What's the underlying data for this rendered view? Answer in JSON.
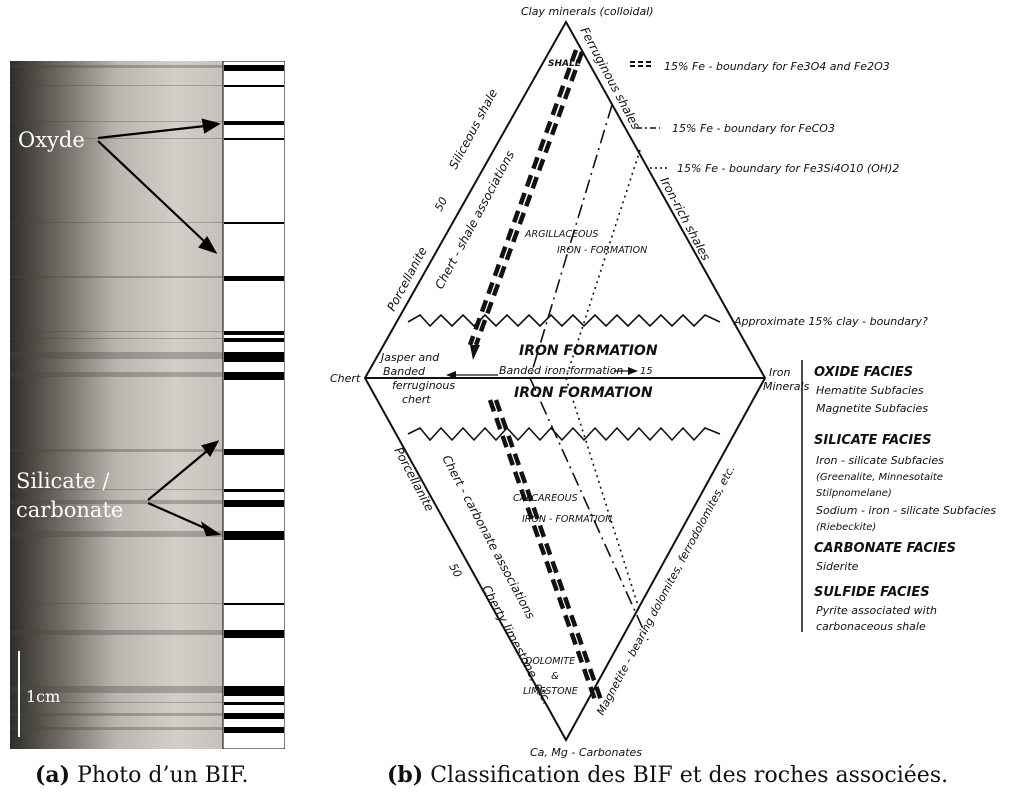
{
  "figure_a": {
    "label_oxyde": "Oxyde",
    "label_silicate_1": "Silicate /",
    "label_silicate_2": "carbonate",
    "scale_label": "1cm",
    "caption_letter": "(a)",
    "caption_text": " Photo d’un BIF."
  },
  "figure_b": {
    "caption_letter": "(b)",
    "caption_text": " Classification des BIF et des roches associées.",
    "vertices": {
      "top": "Clay minerals (colloidal)",
      "left": "Chert",
      "right_1": "Iron",
      "right_2": "Minerals",
      "bottom": "Ca, Mg - Carbonates"
    },
    "legend_lines": {
      "double_dash": "15% Fe - boundary for Fe3O4 and Fe2O3",
      "dash_dot": "15% Fe - boundary for FeCO3",
      "dotted": "15% Fe - boundary for Fe3Si4O10 (OH)2"
    },
    "edge_labels": {
      "shale": "SHALE",
      "ferruginous_shales": "Ferruginous shales",
      "iron_rich_shales": "Iron-rich shales",
      "siliceous_shale": "Siliceous shale",
      "fifty_top": "50",
      "porcellanite_top": "Porcellanite",
      "chert_shale": "Chert - shale associations",
      "porcellanite_bottom": "Porcellanite",
      "fifty_bottom": "50",
      "cherty_limestone": "Cherty limestone, etc.",
      "chert_carbonate": "Chert - carbonate associations",
      "magnetite_bearing": "Magnetite - bearing dolomites, ferrodolomites, etc."
    },
    "interior": {
      "argillaceous_1": "ARGILLACEOUS",
      "argillaceous_2": "IRON - FORMATION",
      "clay_boundary": "Approximate 15% clay - boundary?",
      "iron_formation_top": "IRON FORMATION",
      "iron_formation_bottom": "IRON FORMATION",
      "banded": "Banded iron-formation",
      "fifteen": "15",
      "jasper_1": "Jasper and",
      "jasper_2": "Banded",
      "jasper_3": "ferruginous",
      "jasper_4": "chert",
      "calcareous_1": "CALCAREOUS",
      "calcareous_2": "IRON - FORMATION",
      "dolomite_1": "DOLOMITE",
      "dolomite_2": "&",
      "dolomite_3": "LIMESTONE"
    },
    "facies": {
      "oxide_title": "OXIDE FACIES",
      "oxide_1": "Hematite Subfacies",
      "oxide_2": "Magnetite Subfacies",
      "silicate_title": "SILICATE FACIES",
      "silicate_1": "Iron - silicate Subfacies",
      "silicate_2": "(Greenalite, Minnesotaite",
      "silicate_3": "Stilpnomelane)",
      "silicate_4": "Sodium - iron - silicate Subfacies",
      "silicate_5": "(Riebeckite)",
      "carbonate_title": "CARBONATE FACIES",
      "carbonate_1": "Siderite",
      "sulfide_title": "SULFIDE FACIES",
      "sulfide_1": "Pyrite associated with",
      "sulfide_2": "carbonaceous shale"
    }
  }
}
